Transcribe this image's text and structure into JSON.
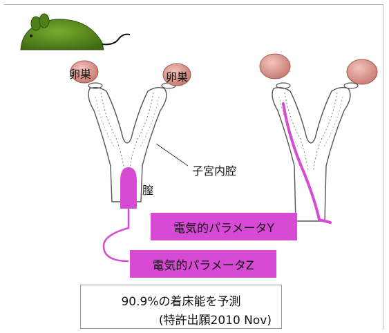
{
  "labels": {
    "ovary_left": "卵巣",
    "ovary_right": "卵巣",
    "uterine_cavity": "子宮内腔",
    "vagina": "膣"
  },
  "parameters": {
    "y": "電気的パラメータY",
    "z": "電気的パラメータZ"
  },
  "result": {
    "line1": "90.9%の着床能を予測",
    "line2": "(特許出願2010 Nov)"
  },
  "colors": {
    "probe": "#d64ad4",
    "ovary": "#d99088",
    "mouse": "#5a8a1e"
  }
}
